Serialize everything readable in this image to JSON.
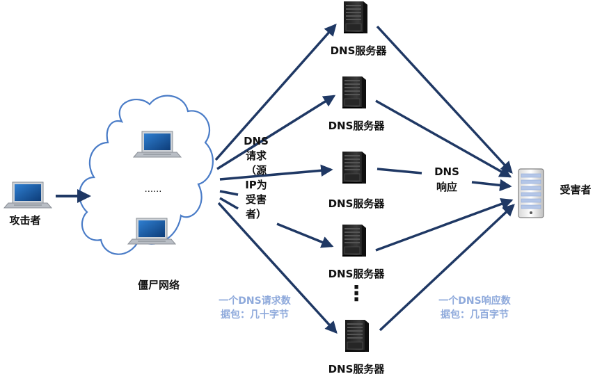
{
  "nodes": {
    "attacker": {
      "label": "攻击者"
    },
    "botnet": {
      "label": "僵尸网络",
      "ellipsis": "......"
    },
    "victim": {
      "label": "受害者"
    },
    "servers": [
      {
        "label": "DNS服务器"
      },
      {
        "label": "DNS服务器"
      },
      {
        "label": "DNS服务器"
      },
      {
        "label": "DNS服务器"
      },
      {
        "label": "DNS服务器"
      }
    ],
    "server_ellipsis": "⋮"
  },
  "edge_labels": {
    "request": [
      "DNS",
      "请求",
      "（源",
      "IP为",
      "受害",
      "者）"
    ],
    "response": [
      "DNS",
      "响应"
    ]
  },
  "notes": {
    "request_size": [
      "一个DNS请求数",
      "据包：几十字节"
    ],
    "response_size": [
      "一个DNS响应数",
      "据包：几百字节"
    ]
  },
  "colors": {
    "arrow": "#1f3864",
    "cloud_stroke": "#4a7cc7",
    "note_text": "#8ea9db",
    "server_body": "#2b2b2b"
  }
}
